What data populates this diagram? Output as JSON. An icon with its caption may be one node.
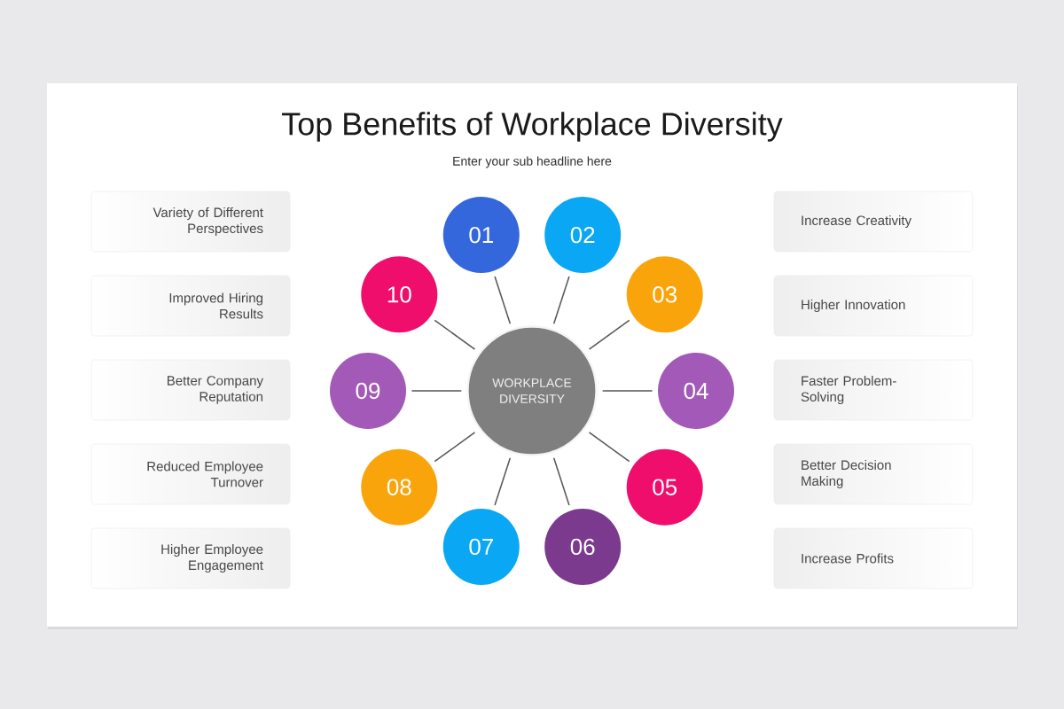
{
  "diagram": {
    "title": "Top Benefits of Workplace Diversity",
    "nodes": [
      {
        "text": [
          "Variety of Different Perspectives"
        ]
      },
      {
        "text": [
          "Improved Hiring Results"
        ]
      },
      {
        "text": [
          "Better Company Reputation"
        ]
      },
      {
        "text": [
          "Reduced Employee Turnover"
        ]
      },
      {
        "text": [
          "Higher Employee Engagement"
        ]
      },
      {
        "text": [
          "WORKPLACE DIVERSITY"
        ]
      },
      {
        "text": [
          "01"
        ]
      },
      {
        "text": [
          "02"
        ]
      },
      {
        "text": [
          "03"
        ]
      },
      {
        "text": [
          "04"
        ]
      },
      {
        "text": [
          "05"
        ]
      },
      {
        "text": [
          "06"
        ]
      },
      {
        "text": [
          "07"
        ]
      },
      {
        "text": [
          "08"
        ]
      },
      {
        "text": [
          "09"
        ]
      },
      {
        "text": [
          "10"
        ]
      },
      {
        "text": [
          "Increase Creativity"
        ]
      },
      {
        "text": [
          "Higher Innovation"
        ]
      },
      {
        "text": [
          "Faster Problem-Solving"
        ]
      },
      {
        "text": [
          "Better Decision Making"
        ]
      },
      {
        "text": [
          "Increase Profits"
        ]
      }
    ],
    "edges": [
      {
        "from": 5,
        "to": 6,
        "arrow": "none"
      },
      {
        "from": 5,
        "to": 7,
        "arrow": "none"
      },
      {
        "from": 5,
        "to": 8,
        "arrow": "none"
      },
      {
        "from": 5,
        "to": 9,
        "arrow": "none"
      },
      {
        "from": 5,
        "to": 10,
        "arrow": "none"
      },
      {
        "from": 5,
        "to": 11,
        "arrow": "none"
      },
      {
        "from": 5,
        "to": 12,
        "arrow": "none"
      },
      {
        "from": 5,
        "to": 13,
        "arrow": "none"
      },
      {
        "from": 5,
        "to": 14,
        "arrow": "none"
      },
      {
        "from": 5,
        "to": 15,
        "arrow": "none"
      }
    ],
    "labels": [
      "Enter your sub headline here"
    ]
  }
}
